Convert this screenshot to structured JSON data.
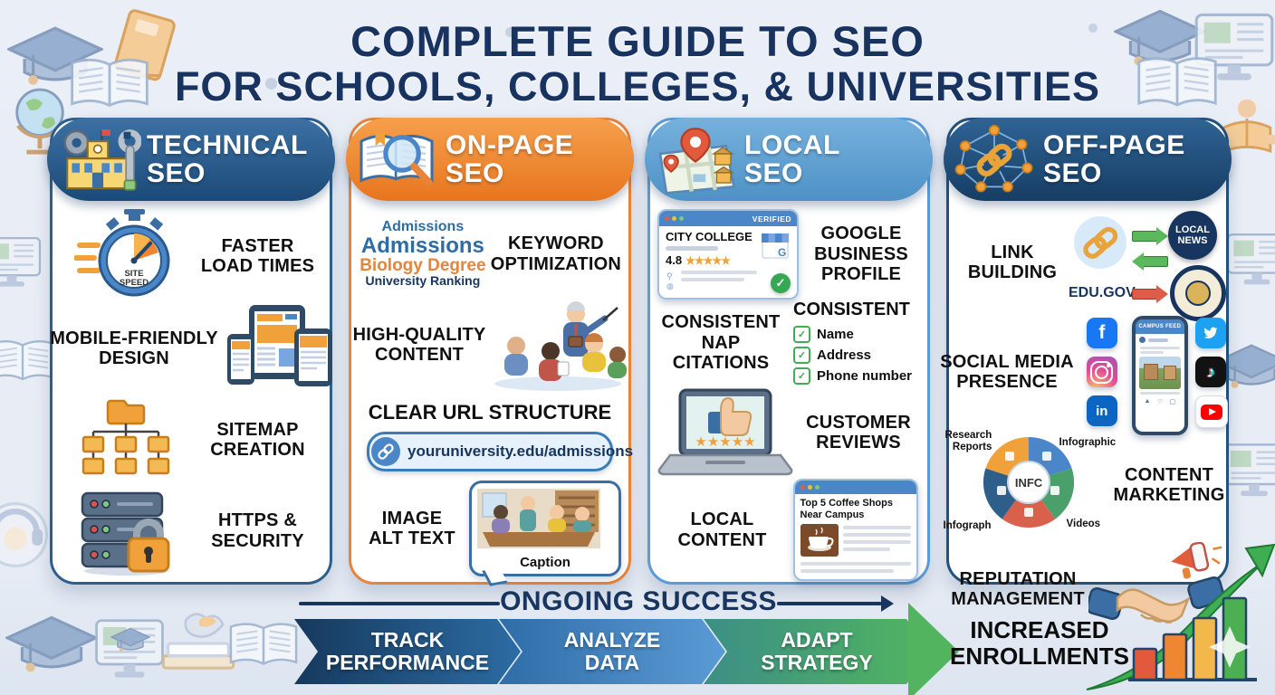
{
  "title": {
    "line1": "COMPLETE GUIDE TO SEO",
    "line2": "FOR SCHOOLS, COLLEGES, & UNIVERSITIES"
  },
  "palette": {
    "title_navy": "#18335f",
    "technical_blue": "#1c4a77",
    "onpage_orange": "#e8751f",
    "local_blue": "#5b9bd5",
    "offpage_navy": "#163d63",
    "success_green": "#52b45f",
    "accent_orange": "#f0a13a"
  },
  "technical": {
    "header1": "TECHNICAL",
    "header2": "SEO",
    "speed_icon_line1": "SITE",
    "speed_icon_line2": "SPEED",
    "speed_label1": "FASTER",
    "speed_label2": "LOAD TIMES",
    "mobile_label1": "MOBILE-FRIENDLY",
    "mobile_label2": "DESIGN",
    "sitemap_label1": "SITEMAP",
    "sitemap_label2": "CREATION",
    "https_label1": "HTTPS &",
    "https_label2": "SECURITY"
  },
  "onpage": {
    "header1": "ON-PAGE",
    "header2": "SEO",
    "cloud_word1": "Admissions",
    "cloud_word2": "Admissions",
    "cloud_word3": "Biology Degree",
    "cloud_word4": "University Ranking",
    "keyword_label1": "KEYWORD",
    "keyword_label2": "OPTIMIZATION",
    "content_label1": "HIGH-QUALITY",
    "content_label2": "CONTENT",
    "url_heading": "CLEAR URL STRUCTURE",
    "url_value": "youruniversity.edu/admissions",
    "alt_label1": "IMAGE",
    "alt_label2": "ALT TEXT",
    "caption": "Caption"
  },
  "local": {
    "header1": "LOCAL",
    "header2": "SEO",
    "gbp_name": "CITY COLLEGE",
    "gbp_verified": "VERIFIED",
    "gbp_rating": "4.8",
    "gbp_stars": "★★★★★",
    "gbp_g": "G",
    "check": "✓",
    "gbp_label1": "GOOGLE",
    "gbp_label2": "BUSINESS",
    "gbp_label3": "PROFILE",
    "nap_label1": "CONSISTENT",
    "nap_label2": "NAP",
    "nap_label3": "CITATIONS",
    "nap_title": "CONSISTENT",
    "nap_items": [
      "Name",
      "Address",
      "Phone number"
    ],
    "laptop_stars": "★★★★★",
    "reviews_label1": "CUSTOMER",
    "reviews_label2": "REVIEWS",
    "localcontent_label1": "LOCAL",
    "localcontent_label2": "CONTENT",
    "article_line1": "Top 5 Coffee Shops",
    "article_line2": "Near Campus"
  },
  "offpage": {
    "header1": "OFF-PAGE",
    "header2": "SEO",
    "link_label1": "LINK",
    "link_label2": "BUILDING",
    "localnews_line1": "LOCAL",
    "localnews_line2": "NEWS",
    "edugov": "EDU.GOV",
    "social_label1": "SOCIAL MEDIA",
    "social_label2": "PRESENCE",
    "phone_header": "CAMPUS FEED",
    "fb_glyph": "f",
    "li_glyph": "in",
    "tiktok_glyph": "♪",
    "wheel_center": "INFC",
    "wheel_tl1": "Research",
    "wheel_tl2": "Reports",
    "wheel_tr": "Infographic",
    "wheel_bl": "Infograph",
    "wheel_br": "Videos",
    "content_label1": "CONTENT",
    "content_label2": "MARKETING",
    "reputation_label1": "REPUTATION",
    "reputation_label2": "MANAGEMENT"
  },
  "flow": {
    "heading": "ONGOING SUCCESS",
    "step1_line1": "TRACK",
    "step1_line2": "PERFORMANCE",
    "step2_line1": "ANALYZE",
    "step2_line2": "DATA",
    "step3_line1": "ADAPT",
    "step3_line2": "STRATEGY",
    "result_line1": "INCREASED",
    "result_line2": "ENROLLMENTS"
  }
}
